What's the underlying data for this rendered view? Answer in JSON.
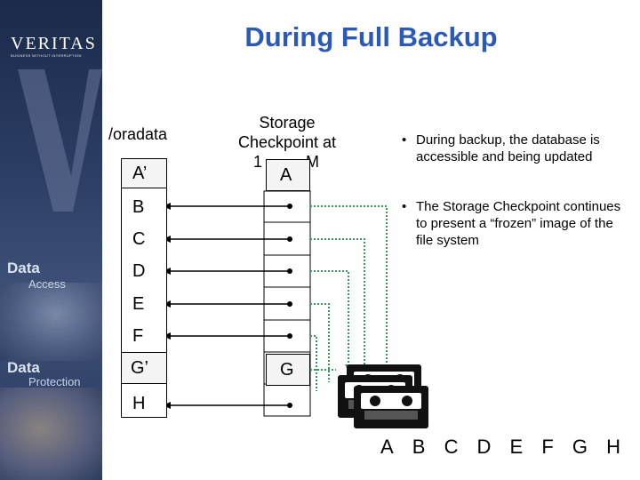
{
  "title": "During Full Backup",
  "sidebar": {
    "logo": "VERITAS",
    "tagline": "BUSINESS WITHOUT INTERRUPTION",
    "items": [
      {
        "word": "Data",
        "sub": "Access"
      },
      {
        "word": "Data",
        "sub": "Protection"
      }
    ]
  },
  "left_column": {
    "header": "/oradata",
    "blocks": [
      "A’",
      "B",
      "C",
      "D",
      "E",
      "F",
      "G’",
      "H"
    ]
  },
  "checkpoint_column": {
    "header_line1": "Storage",
    "header_line2": "Checkpoint at",
    "header_line3": "1",
    "header_line3b": "M",
    "changed_blocks": {
      "A": "A",
      "G": "G"
    }
  },
  "bullets": [
    "During backup, the database is accessible and being updated",
    "The Storage Checkpoint continues to present a “frozen” image of the file system"
  ],
  "bullet_marker": "•",
  "backup_blocks": [
    "A",
    "B",
    "C",
    "D",
    "E",
    "F",
    "G",
    "H"
  ],
  "colors": {
    "title": "#2a59b8",
    "dotted_line": "#3a9a5a"
  }
}
